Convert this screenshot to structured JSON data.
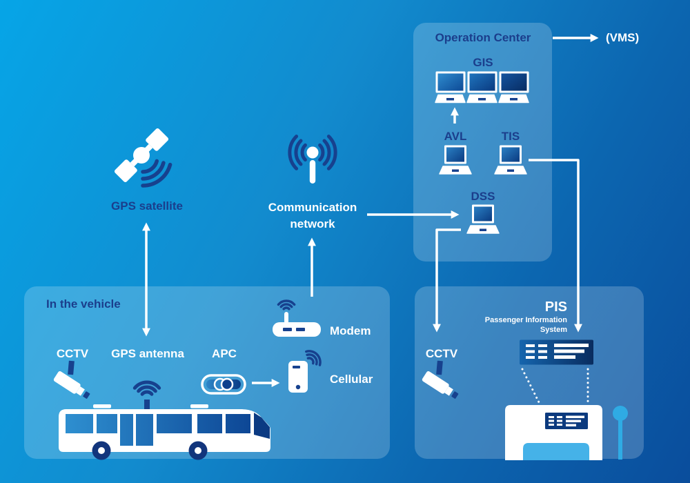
{
  "colors": {
    "background_top_left": "#06a5e7",
    "background_bottom_right": "#0a4d9c",
    "panel_overlay": "rgba(255,255,255,0.20)",
    "navy_text": "#1b3e8c",
    "white_text": "#ffffff",
    "icon_navy": "#17418e",
    "light_blue_accent": "#3ab0e8"
  },
  "external": {
    "gps_satellite_label": "GPS satellite",
    "communication_network_line1": "Communication",
    "communication_network_line2": "network",
    "vms_label": "(VMS)"
  },
  "operation_center": {
    "title": "Operation Center",
    "gis_label": "GIS",
    "avl_label": "AVL",
    "tis_label": "TIS",
    "dss_label": "DSS"
  },
  "vehicle": {
    "title": "In the vehicle",
    "cctv_label": "CCTV",
    "gps_antenna_label": "GPS antenna",
    "apc_label": "APC",
    "modem_label": "Modem",
    "cellular_label": "Cellular"
  },
  "pis": {
    "cctv_label": "CCTV",
    "title": "PIS",
    "subtitle_line1": "Passenger Information",
    "subtitle_line2": "System"
  }
}
